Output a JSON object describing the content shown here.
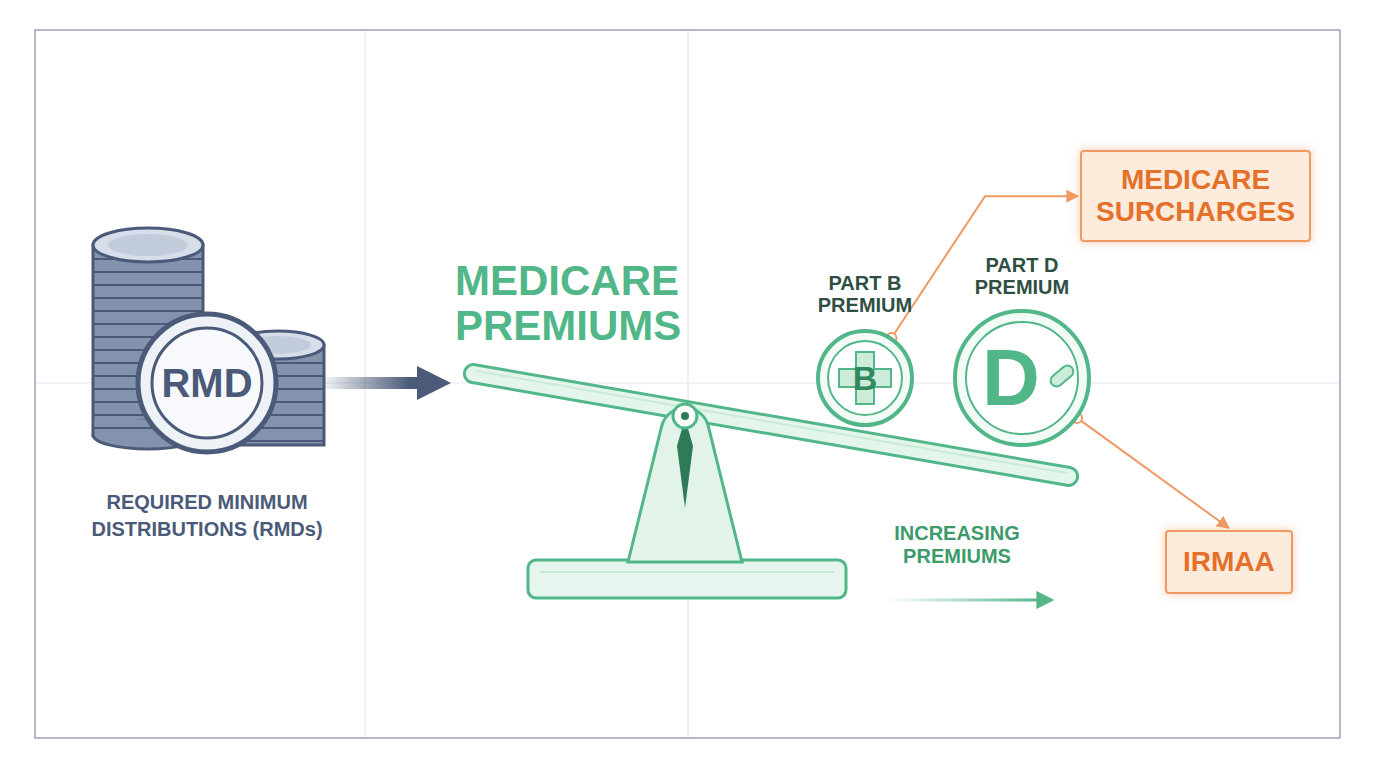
{
  "diagram": {
    "nodes": [
      {
        "text": [
          "RMD",
          "REQUIRED MINIMUM DISTRIBUTIONS (RMDs)"
        ]
      },
      {
        "text": [
          "MEDICARE PREMIUMS"
        ]
      },
      {
        "text": [
          "PART B PREMIUM",
          "B"
        ]
      },
      {
        "text": [
          "PART D PREMIUM",
          "D"
        ]
      },
      {
        "text": [
          "MEDICARE SURCHARGES"
        ]
      },
      {
        "text": [
          "IRMAA"
        ]
      }
    ],
    "edges": [
      {
        "from": 0,
        "to": 1,
        "arrow": "to"
      },
      {
        "from": 2,
        "to": 4,
        "arrow": "to"
      },
      {
        "from": 3,
        "to": 5,
        "arrow": "to"
      }
    ],
    "labels": [
      "INCREASING PREMIUMS"
    ]
  }
}
